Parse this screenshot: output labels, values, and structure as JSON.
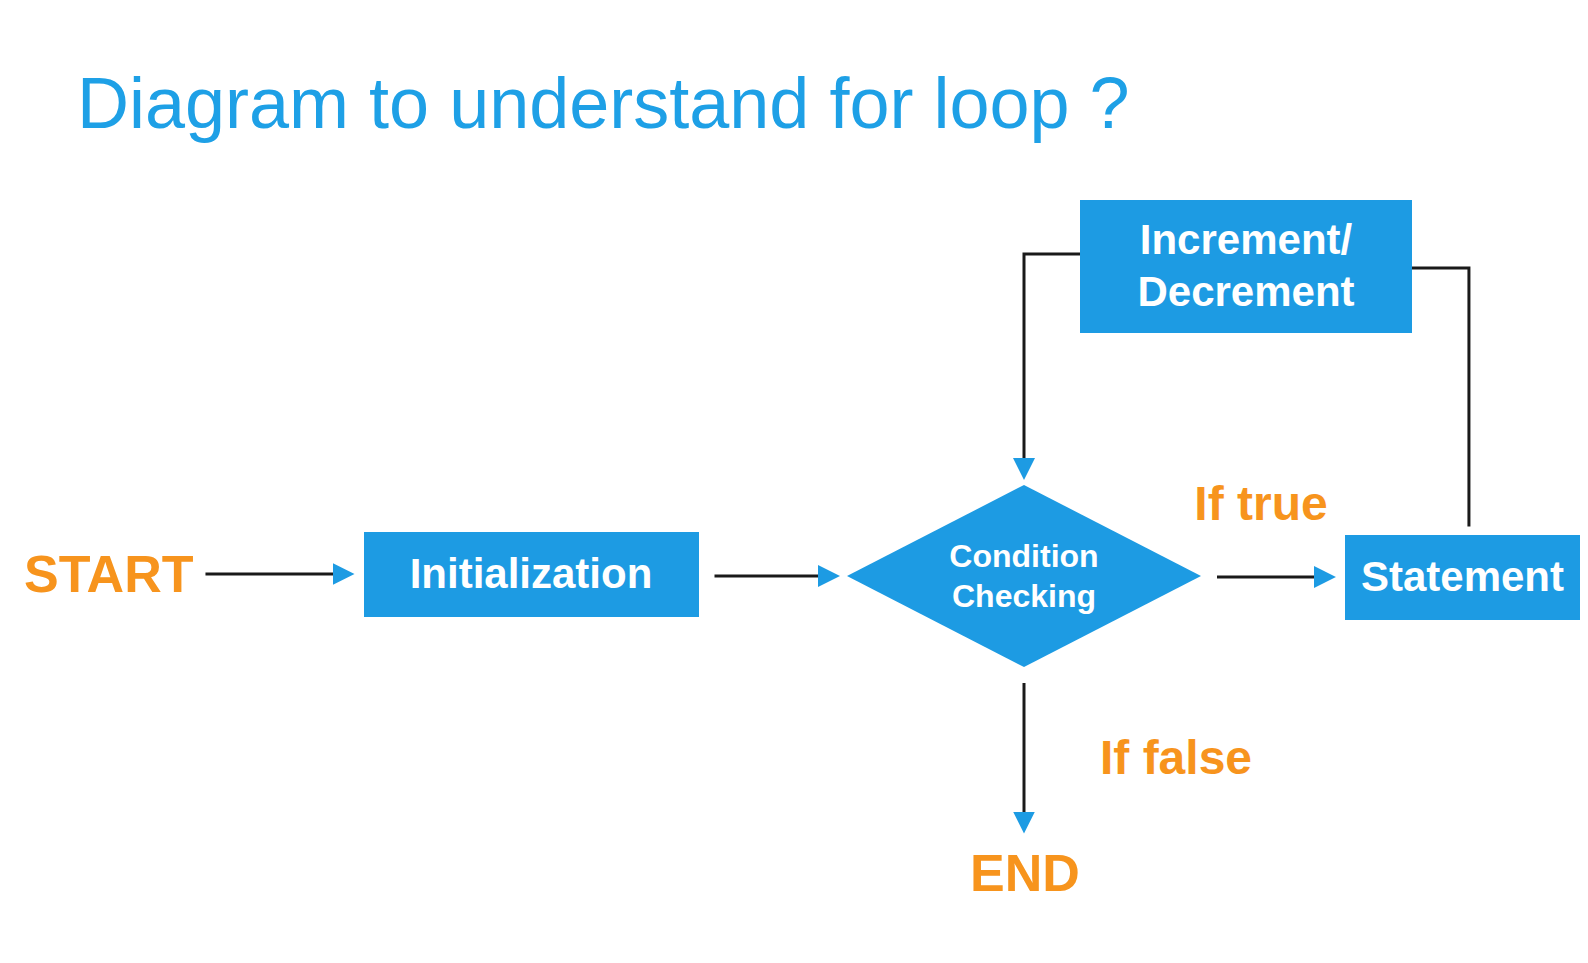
{
  "diagram": {
    "title": "Diagram to understand for loop ?",
    "nodes": [
      {
        "text": [
          "Increment/ Decrement"
        ]
      },
      {
        "text": [
          "START"
        ]
      },
      {
        "text": [
          "Initialization"
        ]
      },
      {
        "text": [
          "Condition Checking"
        ]
      },
      {
        "text": [
          "Statement"
        ]
      },
      {
        "text": [
          "END"
        ]
      }
    ],
    "edges": [
      {
        "from": 1,
        "to": 2,
        "arrow": "to"
      },
      {
        "from": 2,
        "to": 3,
        "arrow": "to"
      },
      {
        "from": 3,
        "to": 4,
        "label": "If true",
        "arrow": "to"
      },
      {
        "from": 3,
        "to": 5,
        "label": "If false",
        "arrow": "to"
      },
      {
        "from": 4,
        "to": 0,
        "arrow": "none"
      },
      {
        "from": 0,
        "to": 3,
        "arrow": "to"
      }
    ]
  }
}
